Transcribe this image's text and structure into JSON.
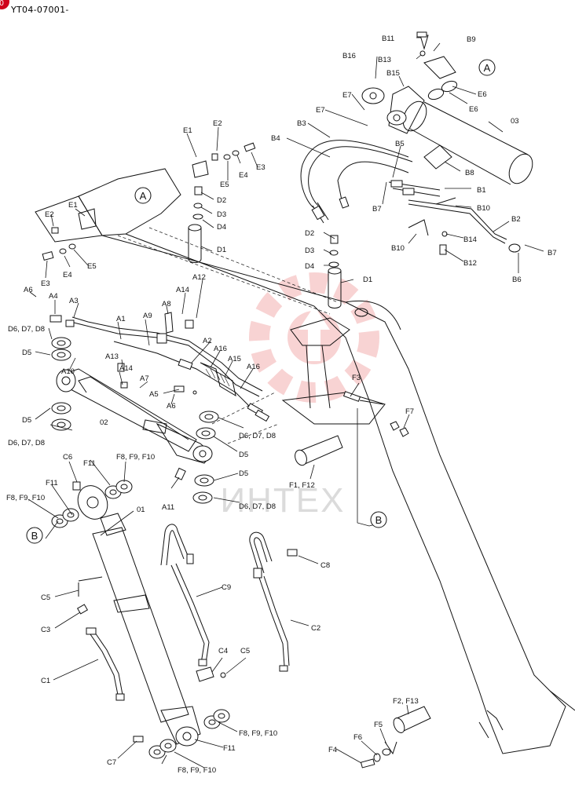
{
  "header": {
    "drawing_code": "YT04-07001-",
    "badge": "0"
  },
  "watermark": {
    "text": "ИНТЕХ",
    "color": "#e03a3a"
  },
  "callouts": [
    {
      "id": "A_left",
      "text": "A"
    },
    {
      "id": "A_right",
      "text": "A"
    },
    {
      "id": "B_left",
      "text": "B"
    },
    {
      "id": "B_right",
      "text": "B"
    }
  ],
  "labels": [
    {
      "id": "b11",
      "text": "B11"
    },
    {
      "id": "b9",
      "text": "B9"
    },
    {
      "id": "b13",
      "text": "B13"
    },
    {
      "id": "b16",
      "text": "B16"
    },
    {
      "id": "b15",
      "text": "B15"
    },
    {
      "id": "e7a",
      "text": "E7"
    },
    {
      "id": "e6a",
      "text": "E6"
    },
    {
      "id": "e6b",
      "text": "E6"
    },
    {
      "id": "e7b",
      "text": "E7"
    },
    {
      "id": "p03",
      "text": "03"
    },
    {
      "id": "b3",
      "text": "B3"
    },
    {
      "id": "b4",
      "text": "B4"
    },
    {
      "id": "b5",
      "text": "B5"
    },
    {
      "id": "b8",
      "text": "B8"
    },
    {
      "id": "b1",
      "text": "B1"
    },
    {
      "id": "b7a",
      "text": "B7"
    },
    {
      "id": "b10a",
      "text": "B10"
    },
    {
      "id": "b2",
      "text": "B2"
    },
    {
      "id": "b10b",
      "text": "B10"
    },
    {
      "id": "b14",
      "text": "B14"
    },
    {
      "id": "b7b",
      "text": "B7"
    },
    {
      "id": "b12",
      "text": "B12"
    },
    {
      "id": "b6",
      "text": "B6"
    },
    {
      "id": "e1a",
      "text": "E1"
    },
    {
      "id": "e2a",
      "text": "E2"
    },
    {
      "id": "e5a",
      "text": "E5"
    },
    {
      "id": "e4a",
      "text": "E4"
    },
    {
      "id": "e3a",
      "text": "E3"
    },
    {
      "id": "d2a",
      "text": "D2"
    },
    {
      "id": "d3a",
      "text": "D3"
    },
    {
      "id": "d4a",
      "text": "D4"
    },
    {
      "id": "d1a",
      "text": "D1"
    },
    {
      "id": "e2b",
      "text": "E2"
    },
    {
      "id": "e1b",
      "text": "E1"
    },
    {
      "id": "e5b",
      "text": "E5"
    },
    {
      "id": "e4b",
      "text": "E4"
    },
    {
      "id": "e3b",
      "text": "E3"
    },
    {
      "id": "d2b",
      "text": "D2"
    },
    {
      "id": "d3b",
      "text": "D3"
    },
    {
      "id": "d4b",
      "text": "D4"
    },
    {
      "id": "d1b",
      "text": "D1"
    },
    {
      "id": "a6a",
      "text": "A6"
    },
    {
      "id": "a4",
      "text": "A4"
    },
    {
      "id": "a3",
      "text": "A3"
    },
    {
      "id": "a1",
      "text": "A1"
    },
    {
      "id": "a9",
      "text": "A9"
    },
    {
      "id": "a8",
      "text": "A8"
    },
    {
      "id": "a14a",
      "text": "A14"
    },
    {
      "id": "a12",
      "text": "A12"
    },
    {
      "id": "d678a",
      "text": "D6, D7, D8"
    },
    {
      "id": "d5a",
      "text": "D5"
    },
    {
      "id": "a10",
      "text": "A10"
    },
    {
      "id": "a13",
      "text": "A13"
    },
    {
      "id": "a14b",
      "text": "A14"
    },
    {
      "id": "a2",
      "text": "A2"
    },
    {
      "id": "a16a",
      "text": "A16"
    },
    {
      "id": "a15",
      "text": "A15"
    },
    {
      "id": "a16b",
      "text": "A16"
    },
    {
      "id": "a7",
      "text": "A7"
    },
    {
      "id": "a5",
      "text": "A5"
    },
    {
      "id": "a6b",
      "text": "A6"
    },
    {
      "id": "d5b",
      "text": "D5"
    },
    {
      "id": "d678b",
      "text": "D6, D7, D8"
    },
    {
      "id": "p02",
      "text": "02"
    },
    {
      "id": "d678c",
      "text": "D6, D7, D8"
    },
    {
      "id": "d5c",
      "text": "D5"
    },
    {
      "id": "d5d",
      "text": "D5"
    },
    {
      "id": "d678d",
      "text": "D6, D7, D8"
    },
    {
      "id": "f3",
      "text": "F3"
    },
    {
      "id": "f7",
      "text": "F7"
    },
    {
      "id": "f112",
      "text": "F1, F12"
    },
    {
      "id": "c6",
      "text": "C6"
    },
    {
      "id": "f11a",
      "text": "F11"
    },
    {
      "id": "f8910a",
      "text": "F8, F9, F10"
    },
    {
      "id": "f11b",
      "text": "F11"
    },
    {
      "id": "f8910b",
      "text": "F8, F9, F10"
    },
    {
      "id": "a11",
      "text": "A11"
    },
    {
      "id": "p01",
      "text": "01"
    },
    {
      "id": "c8",
      "text": "C8"
    },
    {
      "id": "c9",
      "text": "C9"
    },
    {
      "id": "c5a",
      "text": "C5"
    },
    {
      "id": "c3",
      "text": "C3"
    },
    {
      "id": "c2",
      "text": "C2"
    },
    {
      "id": "c4",
      "text": "C4"
    },
    {
      "id": "c5b",
      "text": "C5"
    },
    {
      "id": "c1",
      "text": "C1"
    },
    {
      "id": "f8910c",
      "text": "F8, F9, F10"
    },
    {
      "id": "f11c",
      "text": "F11"
    },
    {
      "id": "c7",
      "text": "C7"
    },
    {
      "id": "f8910d",
      "text": "F8, F9, F10"
    },
    {
      "id": "f213",
      "text": "F2, F13"
    },
    {
      "id": "f5",
      "text": "F5"
    },
    {
      "id": "f6",
      "text": "F6"
    },
    {
      "id": "f4",
      "text": "F4"
    }
  ]
}
